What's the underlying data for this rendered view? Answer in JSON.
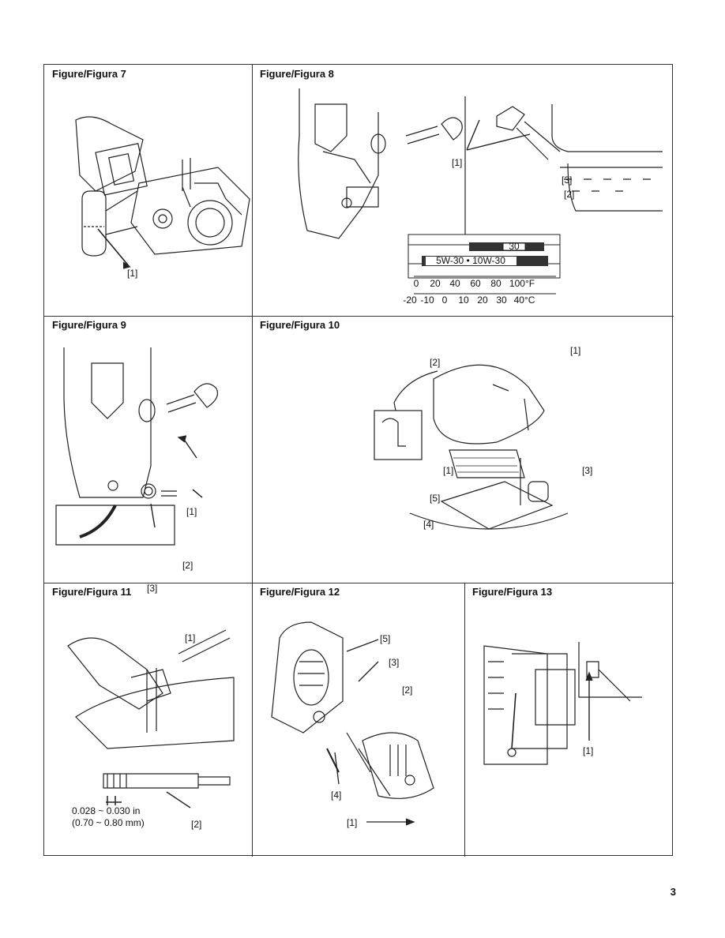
{
  "figures": {
    "f7": {
      "title": "Figure/Figura 7",
      "callouts": [
        "[1]"
      ]
    },
    "f8": {
      "title": "Figure/Figura 8",
      "callouts": [
        "[1]",
        "[3]",
        "[2]"
      ],
      "oil_chart": {
        "bar_top": "30",
        "bar_bottom": "5W-30 • 10W-30",
        "fahrenheit_ticks": [
          "0",
          "20",
          "40",
          "60",
          "80",
          "100°F"
        ],
        "celsius_ticks": [
          "-20",
          "-10",
          "0",
          "10",
          "20",
          "30",
          "40°C"
        ]
      }
    },
    "f9": {
      "title": "Figure/Figura 9",
      "callouts": [
        "[1]",
        "[2]",
        "[3]"
      ]
    },
    "f10": {
      "title": "Figure/Figura 10",
      "callouts": [
        "[1]",
        "[2]",
        "[1]",
        "[3]",
        "[5]",
        "[4]"
      ]
    },
    "f11": {
      "title": "Figure/Figura 11",
      "callouts": [
        "[1]",
        "[2]"
      ],
      "gap_in": "0.028 ~ 0.030 in",
      "gap_mm": "(0.70 ~ 0.80 mm)"
    },
    "f12": {
      "title": "Figure/Figura 12",
      "callouts": [
        "[5]",
        "[3]",
        "[2]",
        "[4]",
        "[1]"
      ]
    },
    "f13": {
      "title": "Figure/Figura 13",
      "callouts": [
        "[1]"
      ]
    }
  },
  "page_number": "3"
}
